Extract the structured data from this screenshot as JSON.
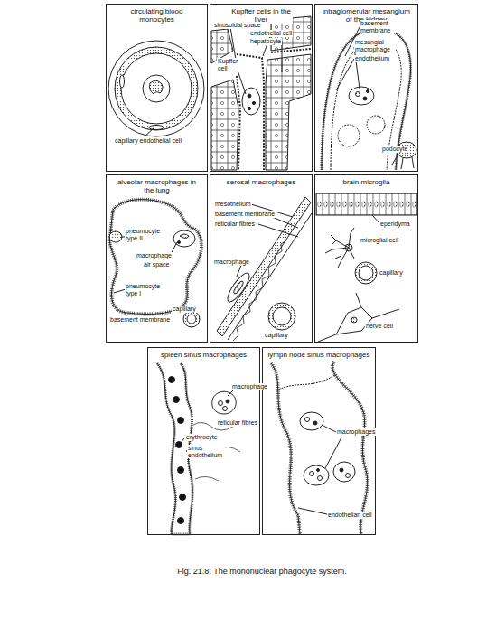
{
  "diagram": {
    "caption": "Fig. 21.8: The mononuclear phagocyte system.",
    "nodes": [
      {
        "text": [
          "circulating blood monocytes"
        ]
      },
      {
        "text": [
          "Kupffer cells in the liver"
        ]
      },
      {
        "text": [
          "intraglomerular mesangium of the kidney"
        ]
      },
      {
        "text": [
          "alveolar macrophages in the lung"
        ]
      },
      {
        "text": [
          "serosal macrophages"
        ]
      },
      {
        "text": [
          "brain microglia"
        ]
      },
      {
        "text": [
          "spleen sinus macrophages"
        ]
      },
      {
        "text": [
          "lymph node sinus macrophages"
        ]
      }
    ],
    "labels": [
      "capillary endothelial cell",
      "sinusoidal space",
      "endothelial cell",
      "hepatocyte",
      "Kupffer cell",
      "basement membrane",
      "mesangial macrophage",
      "endothelium",
      "podocyte",
      "pneumocyte type II",
      "macrophage",
      "air space",
      "pneumocyte type I",
      "basement membrane",
      "capillary",
      "mesothelium",
      "basement membrane",
      "reticular fibres",
      "macrophage",
      "capillary",
      "ependyma",
      "microglial cell",
      "capillary",
      "nerve cell",
      "macrophage",
      "reticular fibres",
      "erythrocyte",
      "sinus endothelium",
      "macrophages",
      "endothelian cell"
    ]
  }
}
